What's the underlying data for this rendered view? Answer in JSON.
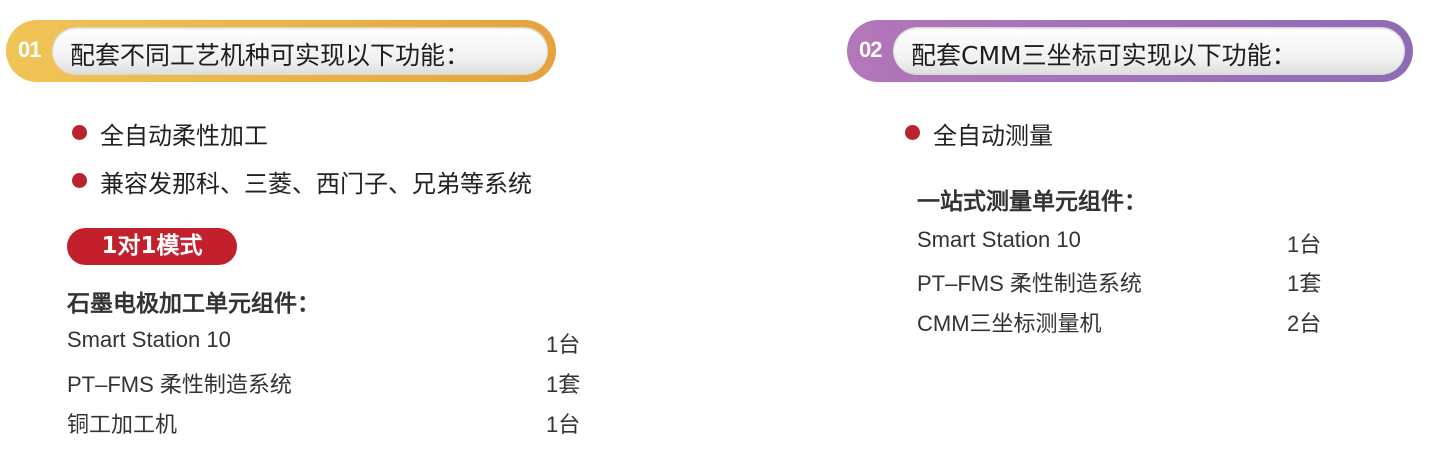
{
  "left": {
    "number": "01",
    "title": "配套不同工艺机种可实现以下功能：",
    "bullets": [
      "全自动柔性加工",
      "兼容发那科、三菱、西门子、兄弟等系统"
    ],
    "mode_badge": "1对1模式",
    "components_title": "石墨电极加工单元组件：",
    "components": [
      {
        "name": "Smart  Station  10",
        "qty": "1台"
      },
      {
        "name": "PT–FMS 柔性制造系统",
        "qty": "1套"
      },
      {
        "name": "铜工加工机",
        "qty": "1台"
      }
    ],
    "accent": "#e6a23c"
  },
  "right": {
    "number": "02",
    "title": "配套CMM三坐标可实现以下功能：",
    "bullets": [
      "全自动测量"
    ],
    "components_title": "一站式测量单元组件：",
    "components": [
      {
        "name": "Smart  Station  10",
        "qty": "1台"
      },
      {
        "name": "PT–FMS 柔性制造系统",
        "qty": "1套"
      },
      {
        "name": "CMM三坐标测量机",
        "qty": "2台"
      }
    ],
    "accent": "#9a6cb7"
  }
}
